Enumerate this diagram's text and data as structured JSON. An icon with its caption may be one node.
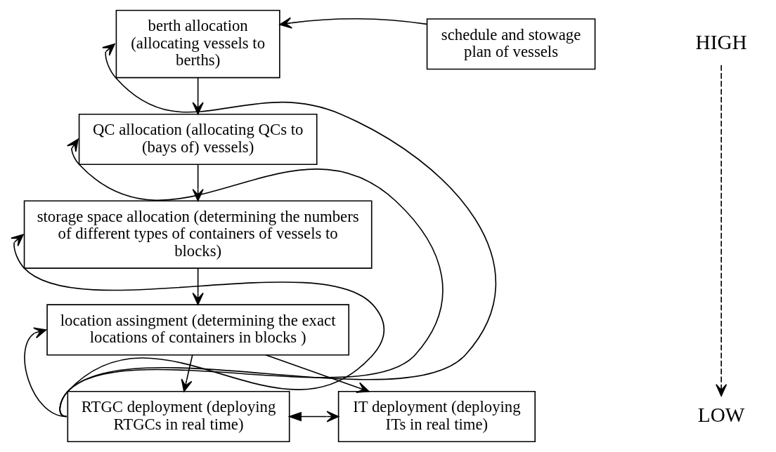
{
  "diagram": {
    "nodes": [
      {
        "text": [
          "berth allocation (allocating vessels to berths)"
        ]
      },
      {
        "text": [
          "schedule and stowage plan of vessels"
        ]
      },
      {
        "text": [
          "QC allocation (allocating QCs to (bays of) vessels)"
        ]
      },
      {
        "text": [
          "storage space allocation (determining the numbers of different types of containers of vessels to blocks)"
        ]
      },
      {
        "text": [
          "location assingment (determining the exact locations of containers in blocks )"
        ]
      },
      {
        "text": [
          "RTGC deployment (deploying RTGCs in real time)"
        ]
      },
      {
        "text": [
          "IT deployment (deploying ITs in real time)"
        ]
      }
    ],
    "edges": [
      {
        "from": 1,
        "to": 0,
        "arrow": "to"
      },
      {
        "from": 0,
        "to": 2,
        "arrow": "to"
      },
      {
        "from": 2,
        "to": 3,
        "arrow": "to"
      },
      {
        "from": 3,
        "to": 4,
        "arrow": "to"
      },
      {
        "from": 4,
        "to": 5,
        "arrow": "to"
      },
      {
        "from": 4,
        "to": 6,
        "arrow": "to"
      },
      {
        "from": 5,
        "to": 6,
        "arrow": "both"
      },
      {
        "from": 5,
        "to": 0,
        "arrow": "to"
      },
      {
        "from": 5,
        "to": 2,
        "arrow": "to"
      },
      {
        "from": 5,
        "to": 3,
        "arrow": "to"
      },
      {
        "from": 5,
        "to": 4,
        "arrow": "to"
      }
    ],
    "labels": [
      "HIGH",
      "LOW"
    ]
  }
}
